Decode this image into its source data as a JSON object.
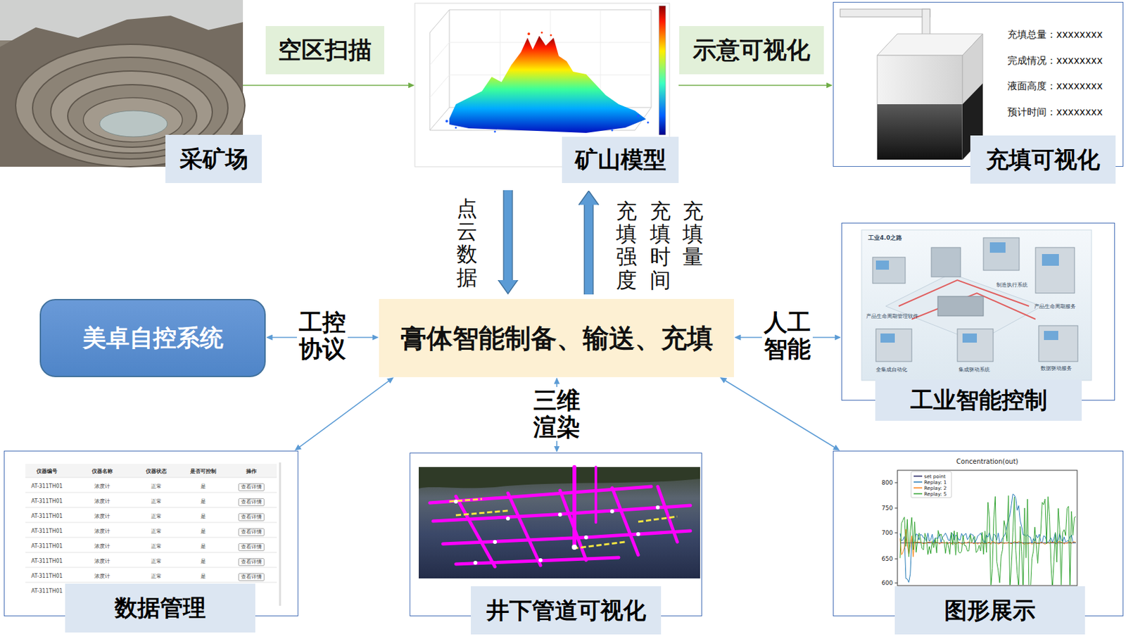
{
  "diagram": {
    "nodes": [
      {
        "text": [
          "采矿场"
        ]
      },
      {
        "text": [
          "矿山模型"
        ]
      },
      {
        "text": [
          "充填总量：xxxxxxxx",
          "完成情况：xxxxxxxx",
          "液面高度：xxxxxxxx",
          "预计时间：xxxxxxxx",
          "充填可视化"
        ]
      },
      {
        "text": [
          "美卓自控系统"
        ]
      },
      {
        "text": [
          "膏体智能制备、输送、充填"
        ]
      },
      {
        "text": [
          "工业智能控制"
        ]
      },
      {
        "text": [
          "数据管理"
        ]
      },
      {
        "text": [
          "井下管道可视化"
        ]
      },
      {
        "text": [
          "图形展示"
        ]
      }
    ],
    "edges": [
      {
        "from": 0,
        "to": 1,
        "arrow": "to",
        "label": "空区扫描"
      },
      {
        "from": 1,
        "to": 2,
        "arrow": "to",
        "label": "示意可视化"
      },
      {
        "from": 1,
        "to": 4,
        "arrow": "to",
        "label": "点云数据"
      },
      {
        "from": 4,
        "to": 1,
        "arrow": "to"
      },
      {
        "from": 3,
        "to": 4,
        "arrow": "both",
        "label": "工控协议"
      },
      {
        "from": 4,
        "to": 5,
        "arrow": "both",
        "label": "人工智能"
      },
      {
        "from": 4,
        "to": 6,
        "arrow": "both"
      },
      {
        "from": 4,
        "to": 7,
        "arrow": "both",
        "label": "三维渲染"
      },
      {
        "from": 4,
        "to": 8,
        "arrow": "both"
      }
    ],
    "labels": [
      "充填强度",
      "充填时间",
      "充填量",
      "工业4.0之路",
      "制造执行系统",
      "产品生命周期管理软件",
      "产品生命周期服务",
      "全集成自动化",
      "集成驱动系统",
      "数据驱动服务",
      "仪器编号",
      "仪器名称",
      "仪器状态",
      "是否可控制",
      "操作",
      "AT-311TH01",
      "浓度计",
      "正常",
      "是",
      "查看详情",
      "AT-311TH01",
      "浓度计",
      "正常",
      "是",
      "查看详情",
      "AT-311TH01",
      "浓度计",
      "正常",
      "是",
      "查看详情",
      "AT-311TH01",
      "浓度计",
      "正常",
      "是",
      "查看详情",
      "AT-311TH01",
      "浓度计",
      "正常",
      "是",
      "查看详情",
      "AT-311TH01",
      "浓度计",
      "正常",
      "是",
      "查看详情",
      "AT-311TH01",
      "浓度计",
      "正常",
      "是",
      "查看详情",
      "AT-311TH01",
      "Concentration(out)",
      "800",
      "750",
      "700",
      "650",
      "600"
    ],
    "legend": [
      {
        "text": "set point"
      },
      {
        "text": "Replay: 1"
      },
      {
        "text": "Replay: 2"
      },
      {
        "text": "Replay: 5"
      }
    ]
  }
}
